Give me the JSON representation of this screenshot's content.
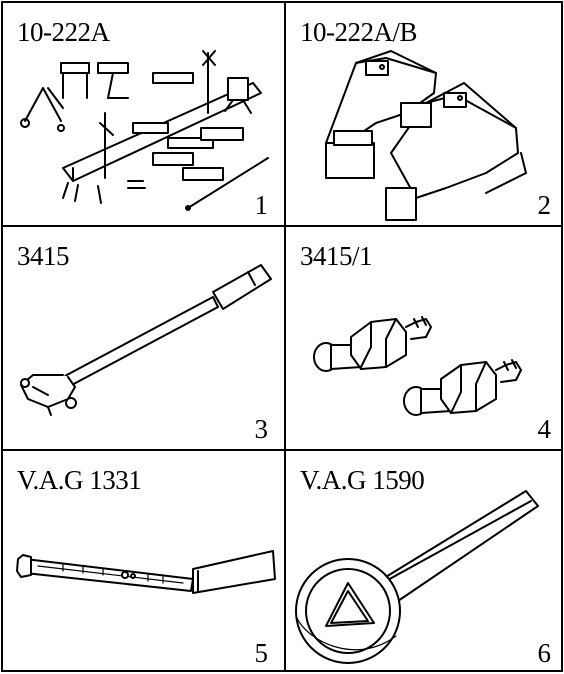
{
  "tools": [
    {
      "code": "10-222A",
      "number": "1",
      "icon": "engine-support-bridge-icon"
    },
    {
      "code": "10-222A/B",
      "number": "2",
      "icon": "support-adapter-blocks-icon"
    },
    {
      "code": "3415",
      "number": "3",
      "icon": "pin-spanner-wrench-icon"
    },
    {
      "code": "3415/1",
      "number": "4",
      "icon": "threaded-pin-adapters-icon"
    },
    {
      "code": "V.A.G 1331",
      "number": "5",
      "icon": "torque-wrench-icon"
    },
    {
      "code": "V.A.G 1590",
      "number": "6",
      "icon": "triangle-socket-wrench-icon"
    }
  ]
}
